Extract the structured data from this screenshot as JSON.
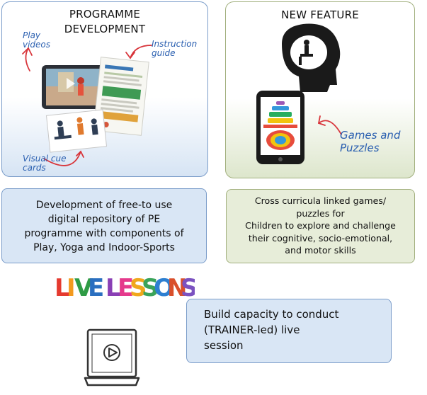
{
  "programme_panel": {
    "title": "PROGRAMME\nDEVELOPMENT",
    "labels": {
      "play_videos": "Play\nvideos",
      "instruction_guide": "Instruction\nguide",
      "visual_cue_cards": "Visual cue\ncards"
    }
  },
  "feature_panel": {
    "title": "NEW FEATURE",
    "label": "Games and\nPuzzles"
  },
  "programme_description": "Development of free-to use\ndigital repository of PE\nprogramme with components of\nPlay, Yoga and Indoor-Sports",
  "feature_description": "Cross curricula linked games/\npuzzles for\nChildren to explore and challenge\ntheir cognitive, socio-emotional,\nand motor skills",
  "live_lessons": {
    "title_letters": [
      "L",
      "I",
      "V",
      "E",
      " ",
      "L",
      "E",
      "S",
      "S",
      "O",
      "N",
      "S"
    ],
    "letter_colors": [
      "#e53a2f",
      "#f39a1e",
      "#2f9b45",
      "#2a6fc0",
      "",
      "#8a3fb5",
      "#e53a8c",
      "#f0a81c",
      "#3aa35a",
      "#2d7fd1",
      "#d94f2b",
      "#7b52c0"
    ],
    "description": "Build capacity to conduct\n(TRAINER-led) live\nsession"
  },
  "colors": {
    "blue_border": "#7a9cc9",
    "blue_fill": "#d9e6f5",
    "green_border": "#a2b07e",
    "green_fill": "#e7edd9",
    "annotation_red": "#d8343a",
    "annotation_blue": "#2a5fb0"
  }
}
